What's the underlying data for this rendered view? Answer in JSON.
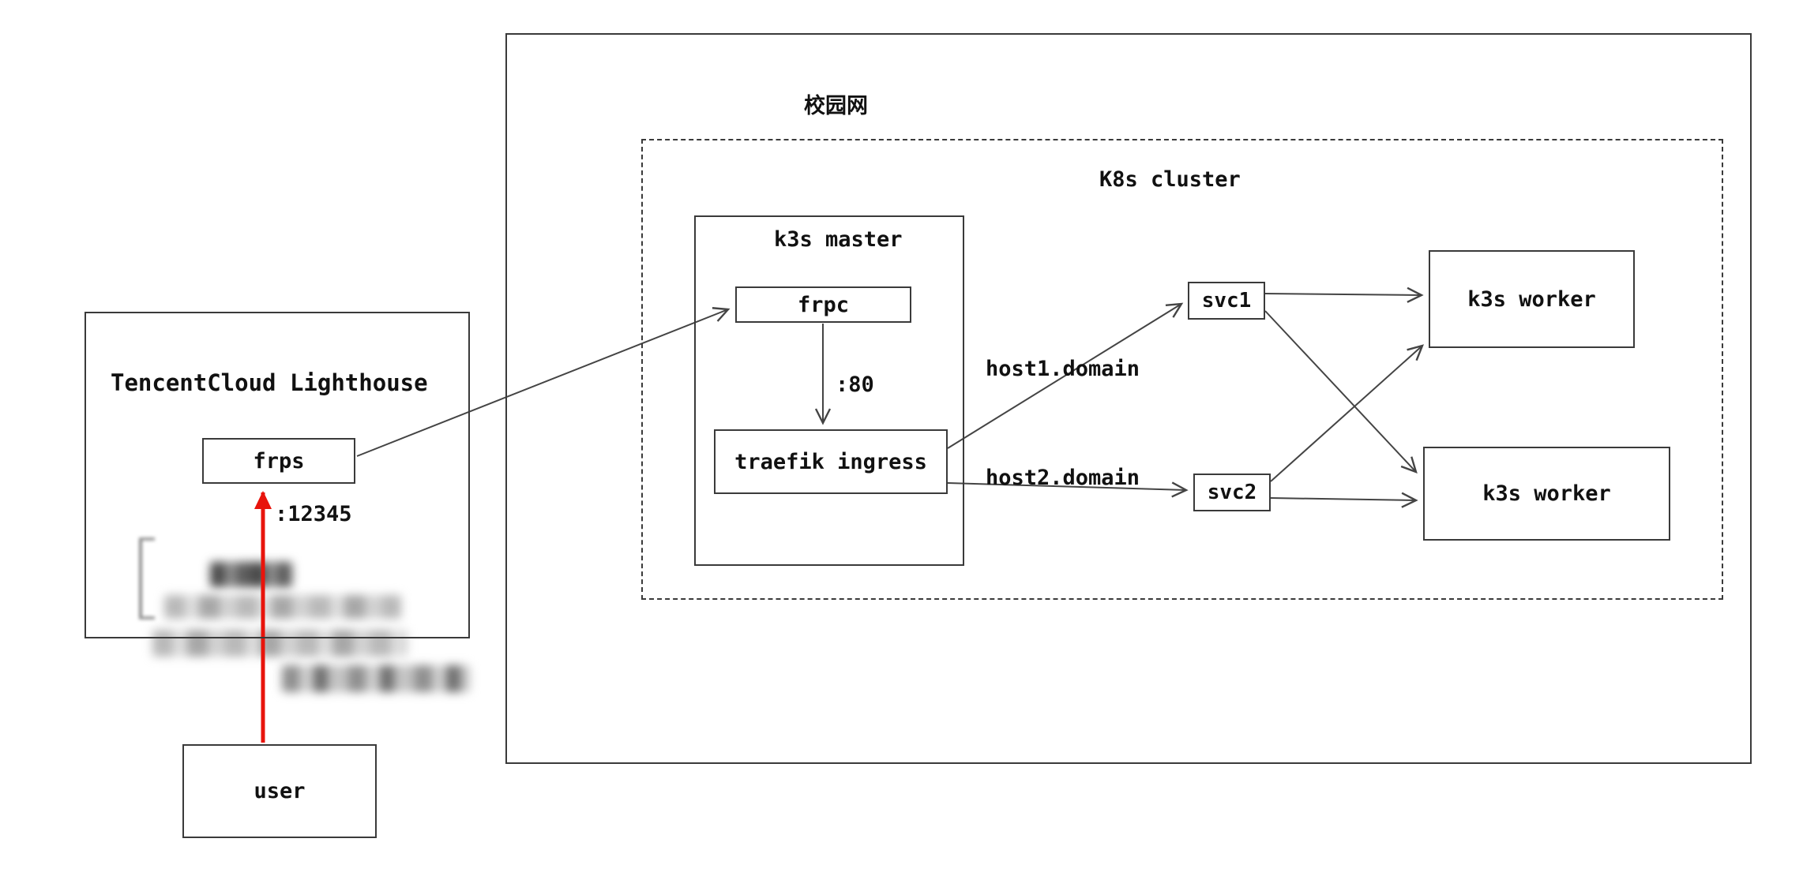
{
  "labels": {
    "campus_network": "校园网",
    "k8s_cluster": "K8s cluster",
    "k3s_master": "k3s master",
    "frpc": "frpc",
    "traefik_ingress": "traefik ingress",
    "svc1": "svc1",
    "svc2": "svc2",
    "k3s_worker_top": "k3s worker",
    "k3s_worker_bottom": "k3s worker",
    "tencent_cloud": "TencentCloud Lighthouse",
    "frps": "frps",
    "user": "user"
  },
  "edge_labels": {
    "frpc_to_traefik_port": ":80",
    "user_to_frps_port": ":12345",
    "traefik_to_svc1_host": "host1.domain",
    "traefik_to_svc2_host": "host2.domain"
  },
  "edges": [
    {
      "from": "frps",
      "to": "frpc",
      "label": "",
      "style": "thin-open-arrow"
    },
    {
      "from": "frpc",
      "to": "traefik ingress",
      "label": ":80",
      "style": "thin-open-arrow"
    },
    {
      "from": "traefik ingress",
      "to": "svc1",
      "label": "host1.domain",
      "style": "thin-open-arrow"
    },
    {
      "from": "traefik ingress",
      "to": "svc2",
      "label": "host2.domain",
      "style": "thin-open-arrow"
    },
    {
      "from": "svc1",
      "to": "k3s worker (top)",
      "label": "",
      "style": "thin-open-arrow"
    },
    {
      "from": "svc1",
      "to": "k3s worker (bottom)",
      "label": "",
      "style": "thin-open-arrow"
    },
    {
      "from": "svc2",
      "to": "k3s worker (top)",
      "label": "",
      "style": "thin-open-arrow"
    },
    {
      "from": "svc2",
      "to": "k3s worker (bottom)",
      "label": "",
      "style": "thin-open-arrow"
    },
    {
      "from": "user",
      "to": "frps",
      "label": ":12345",
      "style": "red-thick-arrow"
    }
  ],
  "colors": {
    "line": "#444444",
    "box_border": "#3a3a3a",
    "red_arrow": "#e8140c",
    "text": "#111111",
    "background": "#ffffff"
  }
}
